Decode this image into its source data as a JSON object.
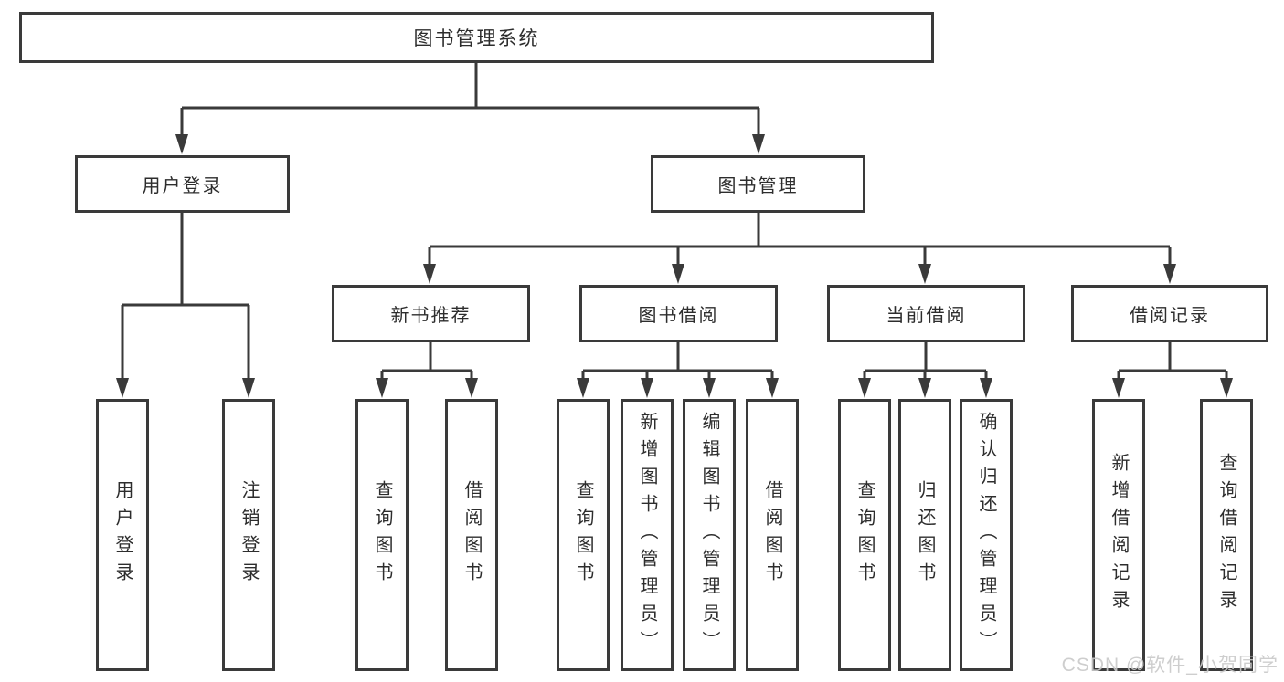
{
  "diagram_title": "图书管理系统",
  "nodes": {
    "root": {
      "label": "图书管理系统"
    },
    "user_login": {
      "label": "用户登录",
      "leaves": [
        "用户登录",
        "注销登录"
      ]
    },
    "book_management": {
      "label": "图书管理",
      "sections": [
        {
          "label": "新书推荐",
          "leaves": [
            "查询图书",
            "借阅图书"
          ]
        },
        {
          "label": "图书借阅",
          "leaves": [
            "查询图书",
            "新增图书（管理员）",
            "编辑图书（管理员）",
            "借阅图书"
          ]
        },
        {
          "label": "当前借阅",
          "leaves": [
            "查询图书",
            "归还图书",
            "确认归还（管理员）"
          ]
        },
        {
          "label": "借阅记录",
          "leaves": [
            "新增借阅记录",
            "查询借阅记录"
          ]
        }
      ]
    }
  },
  "watermark": {
    "text": "CSDN @软件_小贺同学",
    "color": "#c9c9c9"
  },
  "colors": {
    "line": "#3a3a3a",
    "box_border": "#3a3a3a",
    "box_fill": "#ffffff",
    "text": "#2d2d2d",
    "background": "#ffffff"
  }
}
